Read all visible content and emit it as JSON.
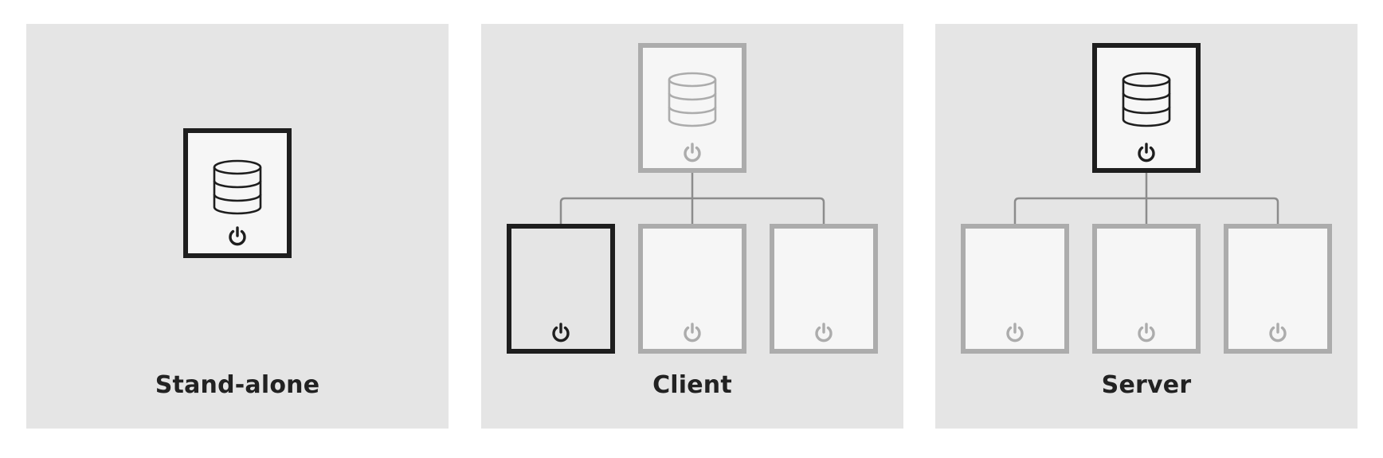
{
  "colors": {
    "background": "#ffffff",
    "panel": "#e5e5e5",
    "active_border": "#1e1e1e",
    "inactive_border": "#acacac",
    "inactive_fill": "#f6f6f6",
    "active_fill": "#f6f6f6",
    "connector": "#8c8c8c"
  },
  "panels": [
    {
      "label": "Stand-alone",
      "nodes": [
        {
          "role": "machine",
          "state": "active",
          "icons": [
            "database-icon",
            "power-icon"
          ]
        }
      ]
    },
    {
      "label": "Client",
      "nodes": [
        {
          "role": "server",
          "state": "inactive",
          "icons": [
            "database-icon",
            "power-icon"
          ]
        },
        {
          "role": "client",
          "state": "active",
          "icons": [
            "power-icon"
          ]
        },
        {
          "role": "client",
          "state": "inactive",
          "icons": [
            "power-icon"
          ]
        },
        {
          "role": "client",
          "state": "inactive",
          "icons": [
            "power-icon"
          ]
        }
      ]
    },
    {
      "label": "Server",
      "nodes": [
        {
          "role": "server",
          "state": "active",
          "icons": [
            "database-icon",
            "power-icon"
          ]
        },
        {
          "role": "client",
          "state": "inactive",
          "icons": [
            "power-icon"
          ]
        },
        {
          "role": "client",
          "state": "inactive",
          "icons": [
            "power-icon"
          ]
        },
        {
          "role": "client",
          "state": "inactive",
          "icons": [
            "power-icon"
          ]
        }
      ]
    }
  ]
}
